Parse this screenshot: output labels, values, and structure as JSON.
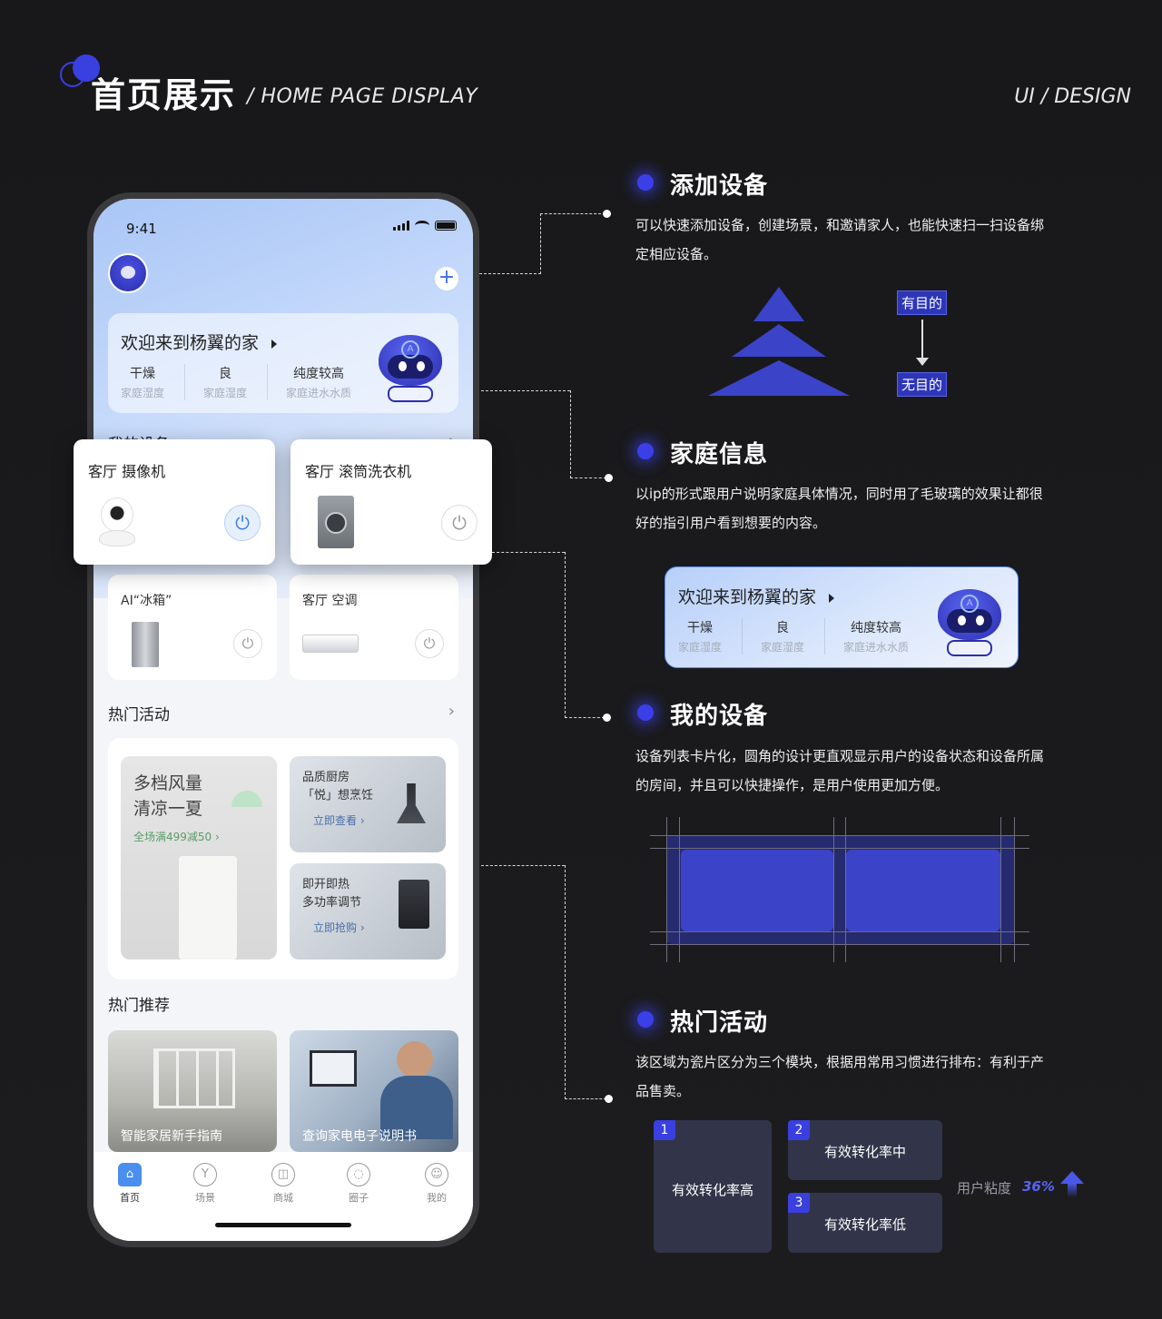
{
  "header": {
    "title": "首页展示",
    "subtitle": "/ HOME PAGE DISPLAY",
    "right": "UI / DESIGN"
  },
  "colors": {
    "accent": "#3a3fe0",
    "background": "#18181a",
    "card_blue": "#3b43c8"
  },
  "phone": {
    "status_time": "9:41",
    "welcome": {
      "title": "欢迎来到杨翼的家",
      "stats": [
        {
          "value": "干燥",
          "label": "家庭湿度"
        },
        {
          "value": "良",
          "label": "家庭湿度"
        },
        {
          "value": "纯度较高",
          "label": "家庭进水水质"
        }
      ],
      "robot_letter": "A"
    },
    "my_devices_title": "我的设备",
    "devices": [
      {
        "name": "客厅  摄像机",
        "icon": "camera-icon"
      },
      {
        "name": "客厅  滚筒洗衣机",
        "icon": "washer-icon"
      },
      {
        "name": "AI“冰箱”",
        "icon": "fridge-icon"
      },
      {
        "name": "客厅  空调",
        "icon": "aircon-icon"
      }
    ],
    "activities_title": "热门活动",
    "activities": {
      "big": {
        "title": "多档风量\n清凉一夏",
        "sub": "全场满499减50 ›"
      },
      "small": [
        {
          "title": "品质厨房\n「悦」想烹饪",
          "sub": "立即查看 ›"
        },
        {
          "title": "即开即热\n多功率调节",
          "sub": "立即抢购 ›"
        }
      ]
    },
    "recommend_title": "热门推荐",
    "recommend": [
      {
        "title": "智能家居新手指南"
      },
      {
        "title": "查询家电电子说明书"
      }
    ],
    "tabs": [
      {
        "label": "首页",
        "icon": "home-icon"
      },
      {
        "label": "场景",
        "icon": "scene-icon"
      },
      {
        "label": "商城",
        "icon": "bag-icon"
      },
      {
        "label": "圈子",
        "icon": "circle-icon"
      },
      {
        "label": "我的",
        "icon": "profile-icon"
      }
    ]
  },
  "sections": {
    "add_device": {
      "title": "添加设备",
      "text": "可以快速添加设备，创建场景，和邀请家人，也能快速扫一扫设备绑定相应设备。",
      "tag_top": "有目的",
      "tag_bottom": "无目的"
    },
    "family_info": {
      "title": "家庭信息",
      "text": "以ip的形式跟用户说明家庭具体情况，同时用了毛玻璃的效果让都很好的指引用户看到想要的内容。"
    },
    "my_devices": {
      "title": "我的设备",
      "text": "设备列表卡片化，圆角的设计更直观显示用户的设备状态和设备所属的房间，并且可以快捷操作，是用户使用更加方便。"
    },
    "hot_activity": {
      "title": "热门活动",
      "text": "该区域为瓷片区分为三个模块，根据用常用习惯进行排布：有利于产品售卖。",
      "tiles": [
        {
          "num": "1",
          "label": "有效转化率高"
        },
        {
          "num": "2",
          "label": "有效转化率中"
        },
        {
          "num": "3",
          "label": "有效转化率低"
        }
      ],
      "stickiness_label": "用户粘度",
      "stickiness_value": "36%"
    }
  }
}
